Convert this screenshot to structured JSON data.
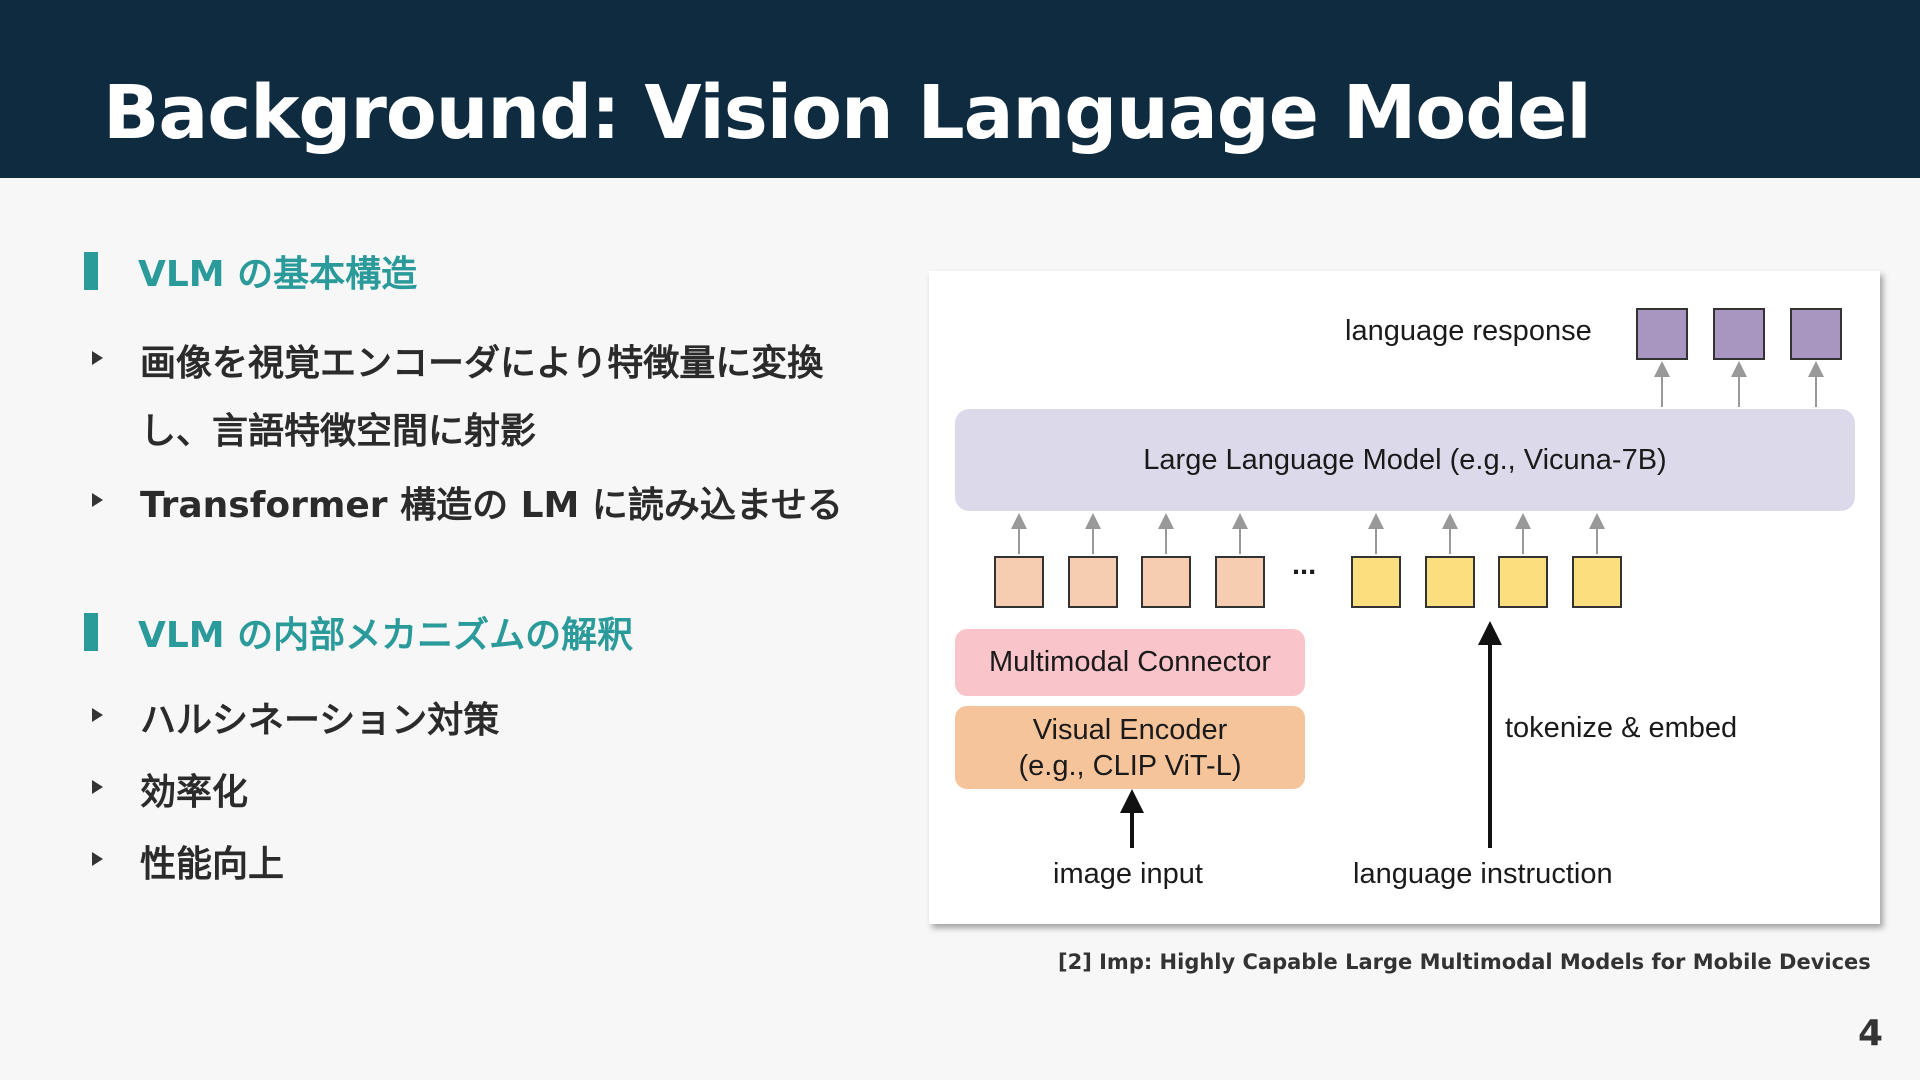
{
  "slide": {
    "title": "Background: Vision Language Model",
    "page_number": "4"
  },
  "sections": [
    {
      "heading": "VLM の基本構造",
      "bullets": [
        "画像を視覚エンコーダにより特徴量に変換し、言語特徴空間に射影",
        "Transformer 構造の LM に読み込ませる"
      ]
    },
    {
      "heading": "VLM の内部メカニズムの解釈",
      "bullets": [
        "ハルシネーション対策",
        "効率化",
        "性能向上"
      ]
    }
  ],
  "diagram": {
    "language_response": "language response",
    "llm_label": "Large Language Model (e.g., Vicuna-7B)",
    "ellipsis": "...",
    "connector_label": "Multimodal Connector",
    "encoder_line1": "Visual Encoder",
    "encoder_line2": "(e.g., CLIP ViT-L)",
    "tokenize_label": "tokenize & embed",
    "image_input": "image input",
    "language_instruction": "language instruction",
    "colors": {
      "llm": "#dcdaea",
      "connector": "#f9c5ca",
      "encoder": "#f6c49a",
      "image_token": "#f6cdb0",
      "text_token": "#fbde7e",
      "output_token": "#a896c0"
    }
  },
  "caption": "[2] Imp: Highly Capable Large Multimodal Models for Mobile Devices"
}
